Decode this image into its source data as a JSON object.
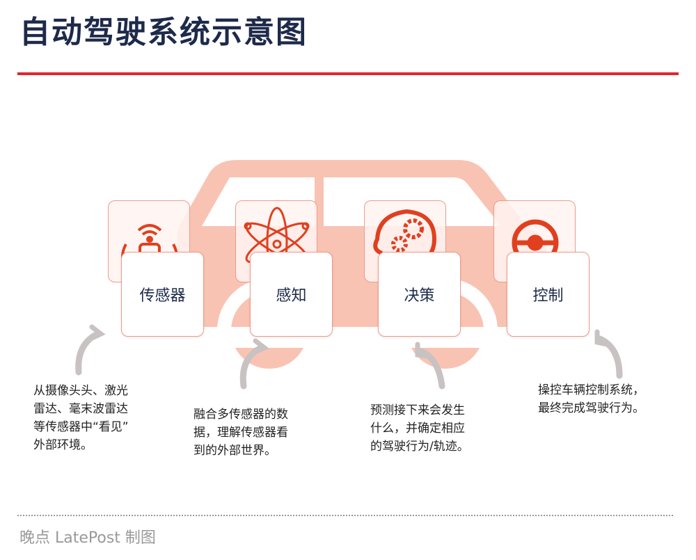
{
  "title": "自动驾驶系统示意图",
  "stages": [
    {
      "label": "传感器",
      "icon": "sensor-icon",
      "desc": [
        "从摄像头头、激光",
        "雷达、毫末波雷达",
        "等传感器中“看见”",
        "外部环境。"
      ]
    },
    {
      "label": "感知",
      "icon": "atom-icon",
      "desc": [
        "融合多传感器的数",
        "据，理解传感器看",
        "到的外部世界。"
      ]
    },
    {
      "label": "决策",
      "icon": "head-gears-icon",
      "desc": [
        "预测接下来会发生",
        "什么，并确定相应",
        "的驾驶行为/轨迹。"
      ]
    },
    {
      "label": "控制",
      "icon": "steering-wheel-icon",
      "desc": [
        "操控车辆控制系统，",
        "最终完成驾驶行为。"
      ]
    }
  ],
  "footer": "晚点 LatePost 制图",
  "colors": {
    "accent": "#e0262b",
    "car": "#f6b3a2",
    "icon": "#e0401f",
    "text": "#1e2a4a"
  }
}
